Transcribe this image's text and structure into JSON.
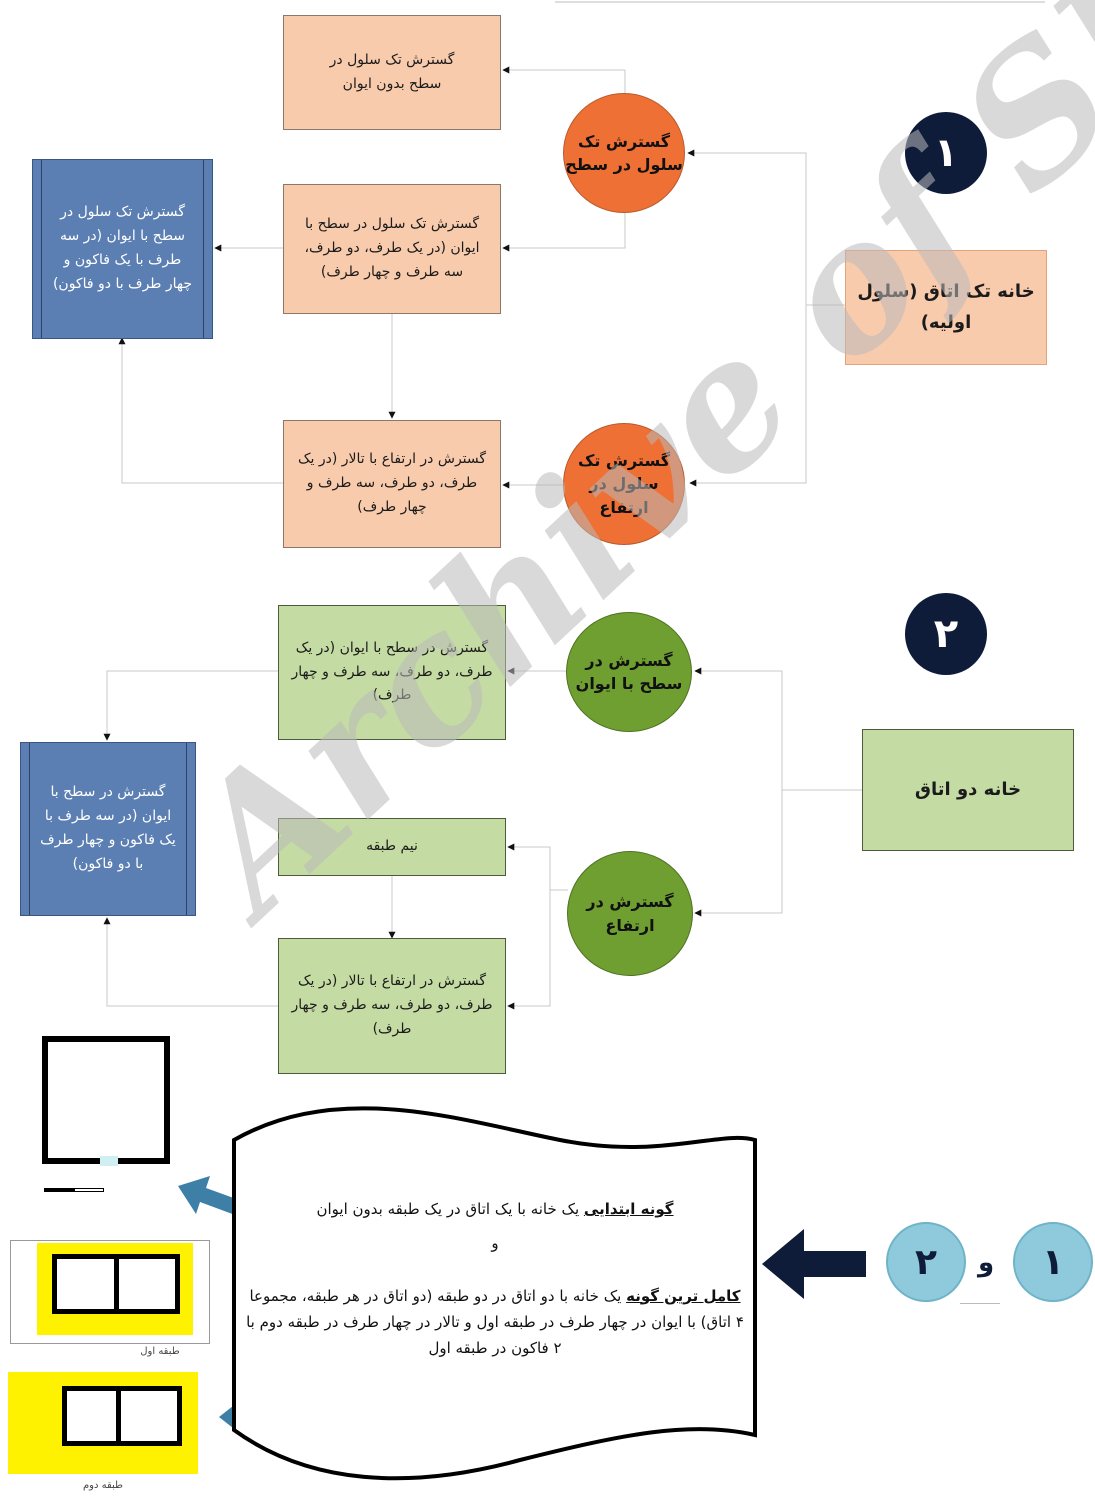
{
  "badges": {
    "one": "١",
    "two": "٢",
    "and": "و"
  },
  "section1": {
    "main": "خانه تک اتاق (سلول اولیه)",
    "circle_surface": "گسترش تک سلول در سطح",
    "circle_height": "گسترش تک سلول در ارتفاع",
    "box_no_porch": "گسترش تک سلول در سطح بدون ایوان",
    "box_with_porch": "گسترش تک سلول در سطح با ایوان (در یک طرف، دو طرف، سه طرف و چهار طرف)",
    "box_height": "گسترش در ارتفاع با تالار (در یک طرف، دو طرف، سه طرف و چهار طرف)",
    "box_blue": "گسترش تک سلول در سطح با ایوان (در سه طرف با یک فاکون و چهار طرف با دو فاکون)"
  },
  "section2": {
    "main": "خانه دو اتاق",
    "circle_surface": "گسترش در سطح با ایوان",
    "circle_height": "گسترش در ارتفاع",
    "box_surface": "گسترش در سطح با ایوان (در یک طرف، دو طرف، سه طرف و چهار طرف)",
    "box_half": "نیم طبقه",
    "box_height": "گسترش در ارتفاع با تالار (در یک طرف، دو طرف، سه طرف و چهار طرف)",
    "box_blue": "گسترش در سطح با ایوان (در سه طرف با یک فاکون و چهار طرف با دو فاکون)"
  },
  "scroll": {
    "basic_title": "گونه ابتدایی",
    "basic_text": "یک خانه با یک اتاق در یک طبقه بدون ایوان",
    "conj": "و",
    "complete_title": "کامل ترین گونه",
    "complete_text": "یک خانه با دو اتاق در دو طبقه (دو اتاق در هر طبقه، مجموعا ۴ اتاق) با ایوان در چهار طرف در طبقه اول و  تالار در چهار طرف در طبقه دوم با ۲ فاکون در طبقه اول"
  },
  "plans": {
    "plan2_caption": "طبقه اول",
    "plan3_caption": "طبقه دوم"
  },
  "watermark": "Archive of SID",
  "colors": {
    "peach": "#f8cbad",
    "orange": "#ef7035",
    "light_green": "#c5dba4",
    "dark_green": "#6f9e31",
    "blue": "#5b7fb3",
    "navy": "#0e1c3a",
    "light_blue": "#8ecadb",
    "yellow": "#fff200",
    "arrow_blue": "#3d7fa6"
  }
}
